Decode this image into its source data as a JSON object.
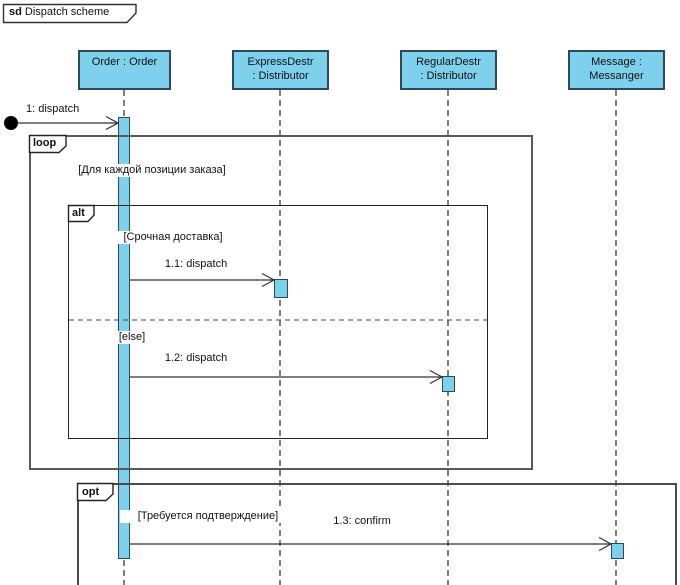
{
  "frame_title": {
    "keyword": "sd",
    "name": " Dispatch scheme"
  },
  "lifelines": [
    {
      "id": "order",
      "line1": "Order : Order",
      "line2": ""
    },
    {
      "id": "expressdestr",
      "line1": "ExpressDestr",
      "line2": ": Distributor"
    },
    {
      "id": "regulardestr",
      "line1": "RegularDestr",
      "line2": ": Distributor"
    },
    {
      "id": "messanger",
      "line1": "Message :",
      "line2": "Messanger"
    }
  ],
  "messages": [
    {
      "label": "1: dispatch"
    },
    {
      "label": "1.1: dispatch"
    },
    {
      "label": "1.2: dispatch"
    },
    {
      "label": "1.3: confirm"
    }
  ],
  "fragments": {
    "loop": {
      "operator": "loop",
      "guard": "[Для каждой позиции заказа]"
    },
    "alt": {
      "operator": "alt",
      "guard1": "[Срочная доставка]",
      "guard2": "[else]"
    },
    "opt": {
      "operator": "opt",
      "guard": "[Требуется подтверждение]"
    }
  },
  "colors": {
    "fill-blue": "#7DD1ED",
    "shape-border": "#2e4a57",
    "line": "#333333",
    "loop-border": "#595959",
    "opt-border": "#4b4b4b",
    "alt-border": "#222222"
  }
}
